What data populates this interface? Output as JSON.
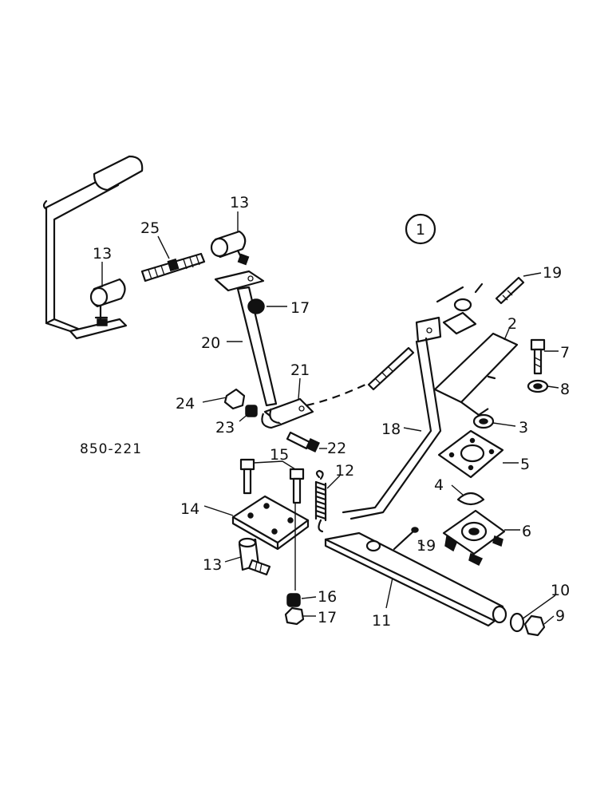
{
  "diagram": {
    "reference_code": "850-221",
    "group_marker": "1",
    "callouts": {
      "c2": "2",
      "c3": "3",
      "c4": "4",
      "c5": "5",
      "c6": "6",
      "c7": "7",
      "c8": "8",
      "c9": "9",
      "c10": "10",
      "c11": "11",
      "c12": "12",
      "c13a": "13",
      "c13b": "13",
      "c13c": "13",
      "c14": "14",
      "c15": "15",
      "c16": "16",
      "c17a": "17",
      "c17b": "17",
      "c18": "18",
      "c19a": "19",
      "c19b": "19",
      "c20": "20",
      "c21": "21",
      "c22": "22",
      "c23": "23",
      "c24": "24",
      "c25": "25"
    }
  }
}
